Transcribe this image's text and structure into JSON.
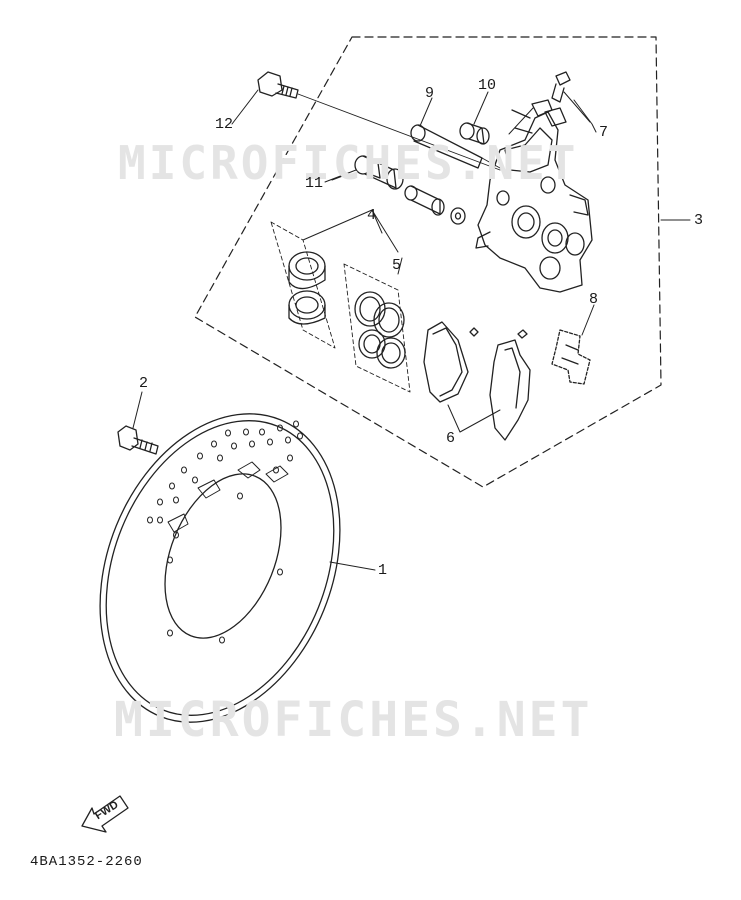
{
  "watermark_top": "MICROFICHES.NET",
  "watermark_bottom": "MICROFICHES.NET",
  "fwd_label": "FWD",
  "drawing_code": "4BA1352-2260",
  "callouts": {
    "c1": "1",
    "c2": "2",
    "c3": "3",
    "c4": "4",
    "c5": "5",
    "c6": "6",
    "c7": "7",
    "c8": "8",
    "c9": "9",
    "c10": "10",
    "c11": "11",
    "c12": "12"
  },
  "icons": {
    "direction": "fwd-arrow-icon"
  }
}
